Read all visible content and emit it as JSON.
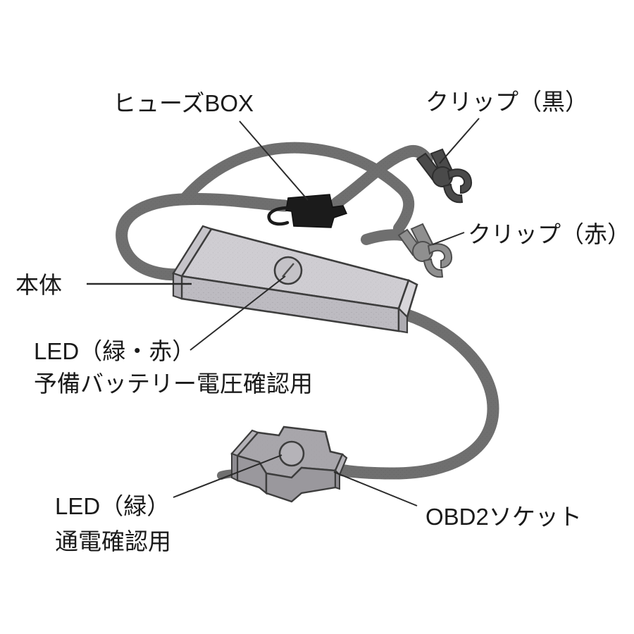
{
  "diagram": {
    "title": "",
    "background_color": "#ffffff",
    "labels": {
      "fuse_box": "ヒューズBOX",
      "clip_black": "クリップ（黒）",
      "clip_red": "クリップ（赤）",
      "main_body": "本体",
      "led_green_red": "LED（緑・赤）",
      "led_green_red_desc": "予備バッテリー電圧確認用",
      "led_green": "LED（緑）",
      "led_green_desc": "通電確認用",
      "obd2_socket": "OBD2ソケット"
    },
    "colors": {
      "cable": "#6f6f6f",
      "cable_dark": "#5d5d5d",
      "body_top": "#cfcdd2",
      "body_front": "#bdbbc1",
      "body_end": "#d8d6da",
      "outline": "#3d3d3d",
      "fuse_box": "#1b1b1b",
      "clip_black": "#4a4a4a",
      "clip_red": "#8f8f8f",
      "socket_top": "#a8a6ab",
      "socket_front": "#9a989d",
      "socket_side": "#b4b2b7",
      "leader": "#2b2b2b",
      "text": "#1a1a1a"
    }
  }
}
